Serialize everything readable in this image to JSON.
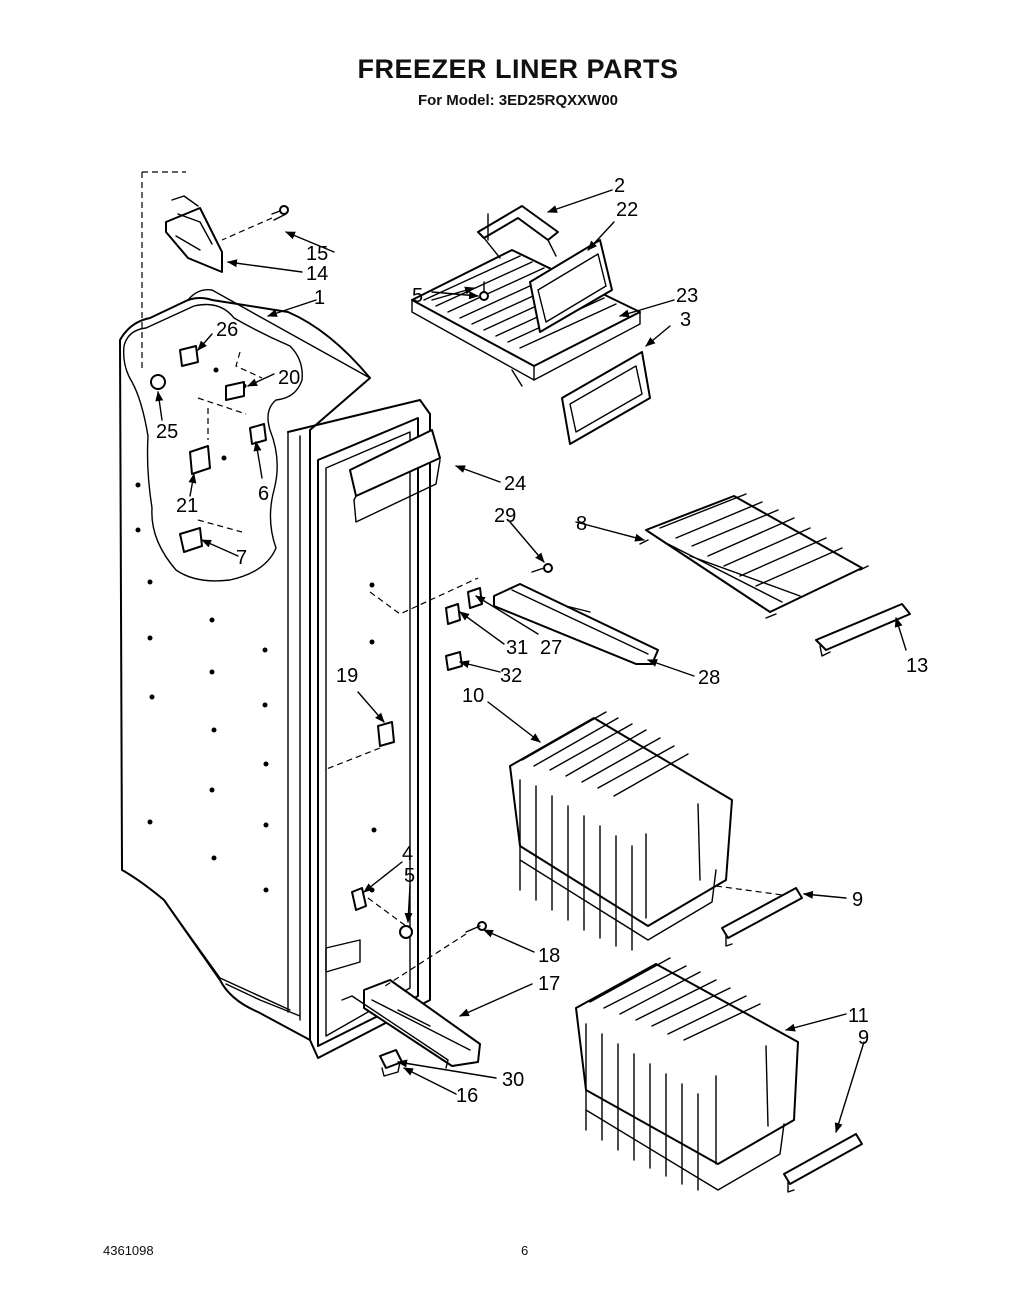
{
  "header": {
    "title": "FREEZER LINER PARTS",
    "subtitle": "For Model: 3ED25RQXXW00"
  },
  "footer": {
    "part_number": "4361098",
    "page_number": "6"
  },
  "callouts": {
    "c1": "1",
    "c2": "2",
    "c3": "3",
    "c4": "4",
    "c5a": "5",
    "c5b": "5",
    "c6": "6",
    "c7": "7",
    "c8": "8",
    "c9a": "9",
    "c9b": "9",
    "c10": "10",
    "c11": "11",
    "c13": "13",
    "c14": "14",
    "c15": "15",
    "c16": "16",
    "c17": "17",
    "c18": "18",
    "c19": "19",
    "c20": "20",
    "c21": "21",
    "c22": "22",
    "c23": "23",
    "c24": "24",
    "c25": "25",
    "c26": "26",
    "c27": "27",
    "c28": "28",
    "c29": "29",
    "c30": "30",
    "c31": "31",
    "c32": "32"
  }
}
